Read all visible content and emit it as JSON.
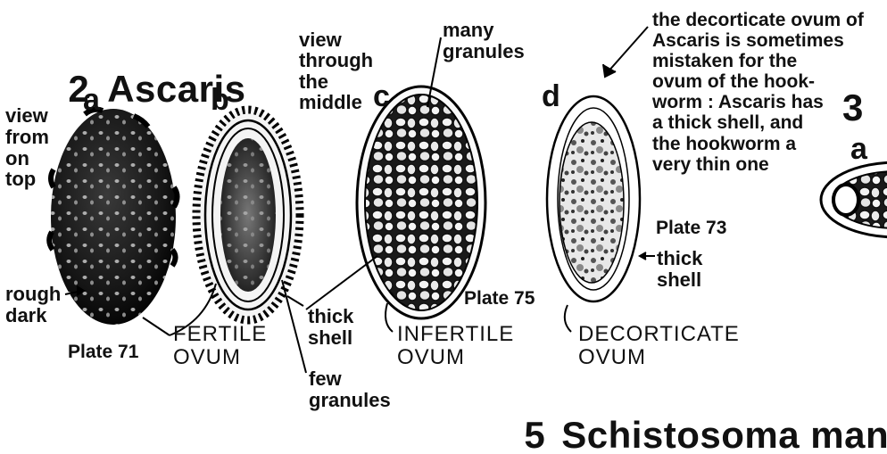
{
  "section2": {
    "number": "2",
    "title": "Ascaris"
  },
  "egg_a": {
    "letter": "a",
    "view_label": "view\nfrom\non\ntop",
    "rough_label": "rough\ndark",
    "plate": "Plate 71"
  },
  "egg_b": {
    "letter": "b",
    "view_label": "view\nthrough\nthe\nmiddle",
    "caption": "FERTILE\nOVUM",
    "few_granules": "few\ngranules",
    "thick_shell": "thick\nshell"
  },
  "egg_c": {
    "letter": "c",
    "many_granules": "many\ngranules",
    "plate": "Plate 75",
    "caption": "INFERTILE\nOVUM"
  },
  "egg_d": {
    "letter": "d",
    "note": "the decorticate ovum of\nAscaris is sometimes\nmistaken for the\novum of the hook-\nworm : Ascaris has\na thick shell, and\nthe hookworm a\nvery thin one",
    "plate": "Plate 73",
    "thick_shell": "thick\nshell",
    "caption": "DECORTICATE\nOVUM"
  },
  "section3": {
    "number": "3",
    "letter": "a"
  },
  "section5": {
    "number": "5",
    "title": "Schistosoma manso"
  }
}
